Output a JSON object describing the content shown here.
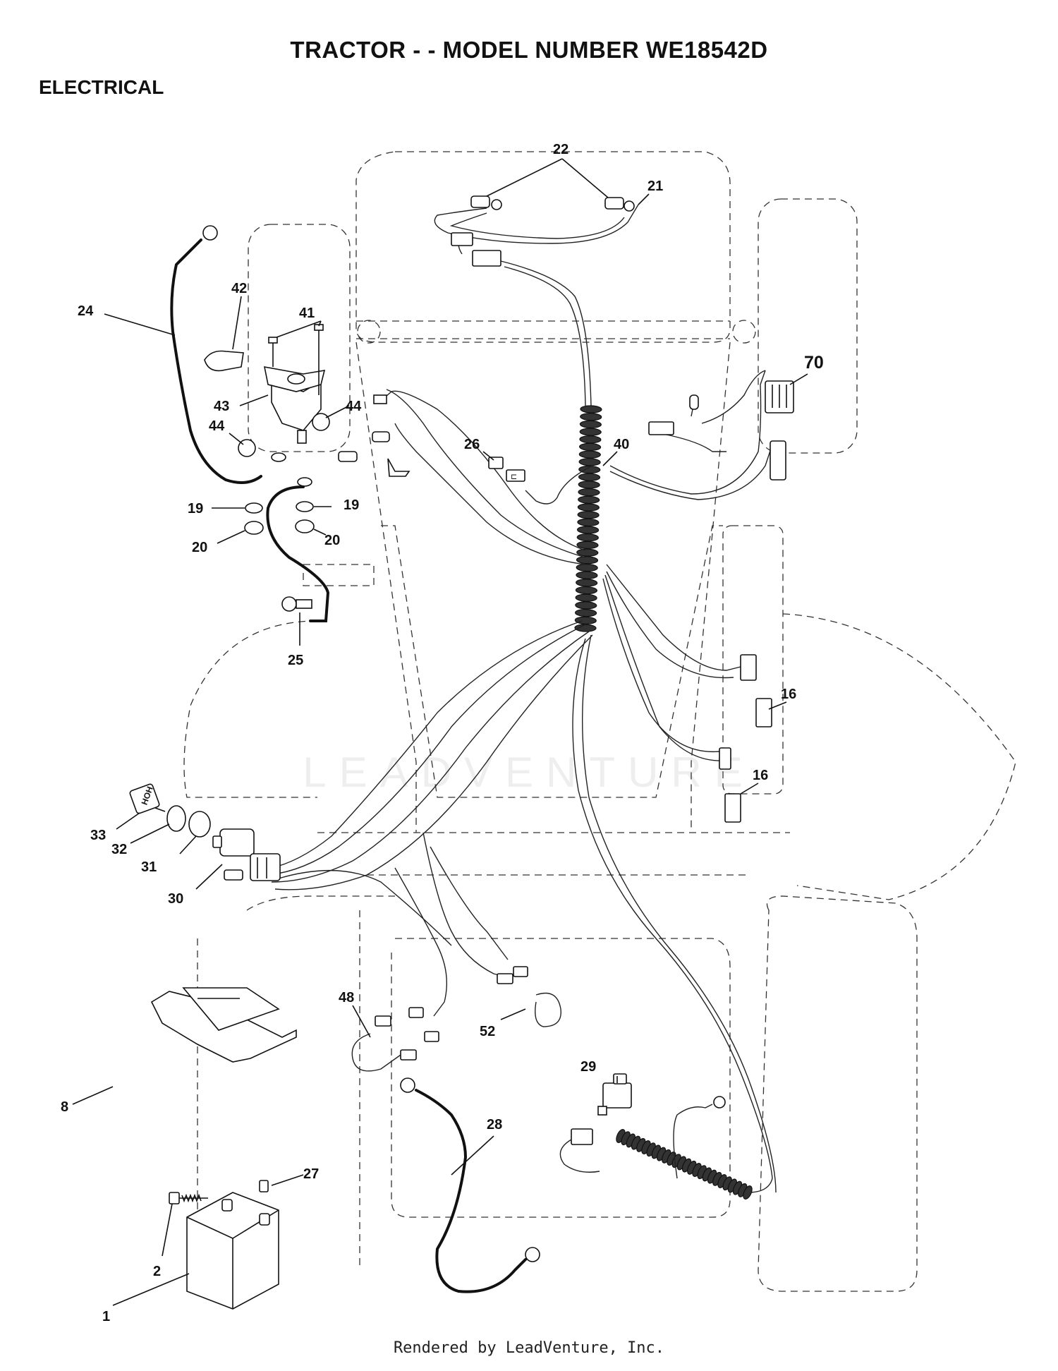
{
  "header": {
    "title": "TRACTOR - - MODEL NUMBER WE18542D",
    "section": "ELECTRICAL"
  },
  "watermark": "LEADVENTURE",
  "footer": "Rendered by LeadVenture, Inc.",
  "callouts": {
    "c1": "1",
    "c2": "2",
    "c8": "8",
    "c16a": "16",
    "c16b": "16",
    "c19a": "19",
    "c19b": "19",
    "c20a": "20",
    "c20b": "20",
    "c21": "21",
    "c22": "22",
    "c24": "24",
    "c25": "25",
    "c26": "26",
    "c27": "27",
    "c28": "28",
    "c29": "29",
    "c30": "30",
    "c31": "31",
    "c32": "32",
    "c33": "33",
    "c40": "40",
    "c41": "41",
    "c42": "42",
    "c43": "43",
    "c44a": "44",
    "c44b": "44",
    "c48": "48",
    "c52": "52",
    "c70": "70"
  }
}
